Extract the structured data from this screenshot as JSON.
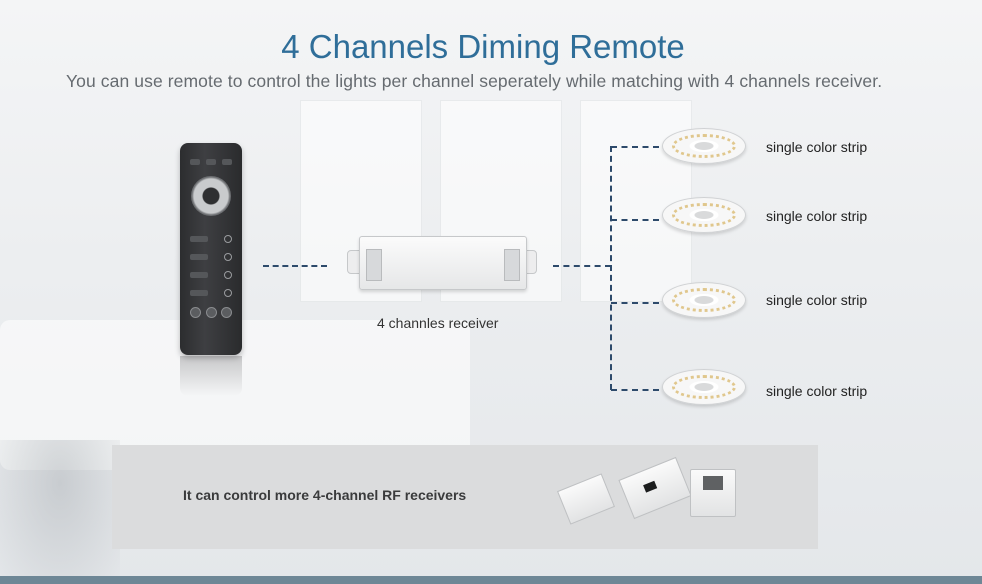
{
  "header": {
    "title": "4 Channels Diming Remote",
    "subtitle": "You can use remote to control the lights per channel seperately while matching with 4 channels receiver."
  },
  "receiver": {
    "caption": "4 channles receiver"
  },
  "strips": [
    {
      "label": "single color strip"
    },
    {
      "label": "single color strip"
    },
    {
      "label": "single color strip"
    },
    {
      "label": "single color strip"
    }
  ],
  "panel": {
    "text": "It can control more 4-channel RF receivers"
  },
  "colors": {
    "title": "#2f6e99",
    "connector": "#2d4a6b",
    "panel": "#dbdcdd"
  }
}
